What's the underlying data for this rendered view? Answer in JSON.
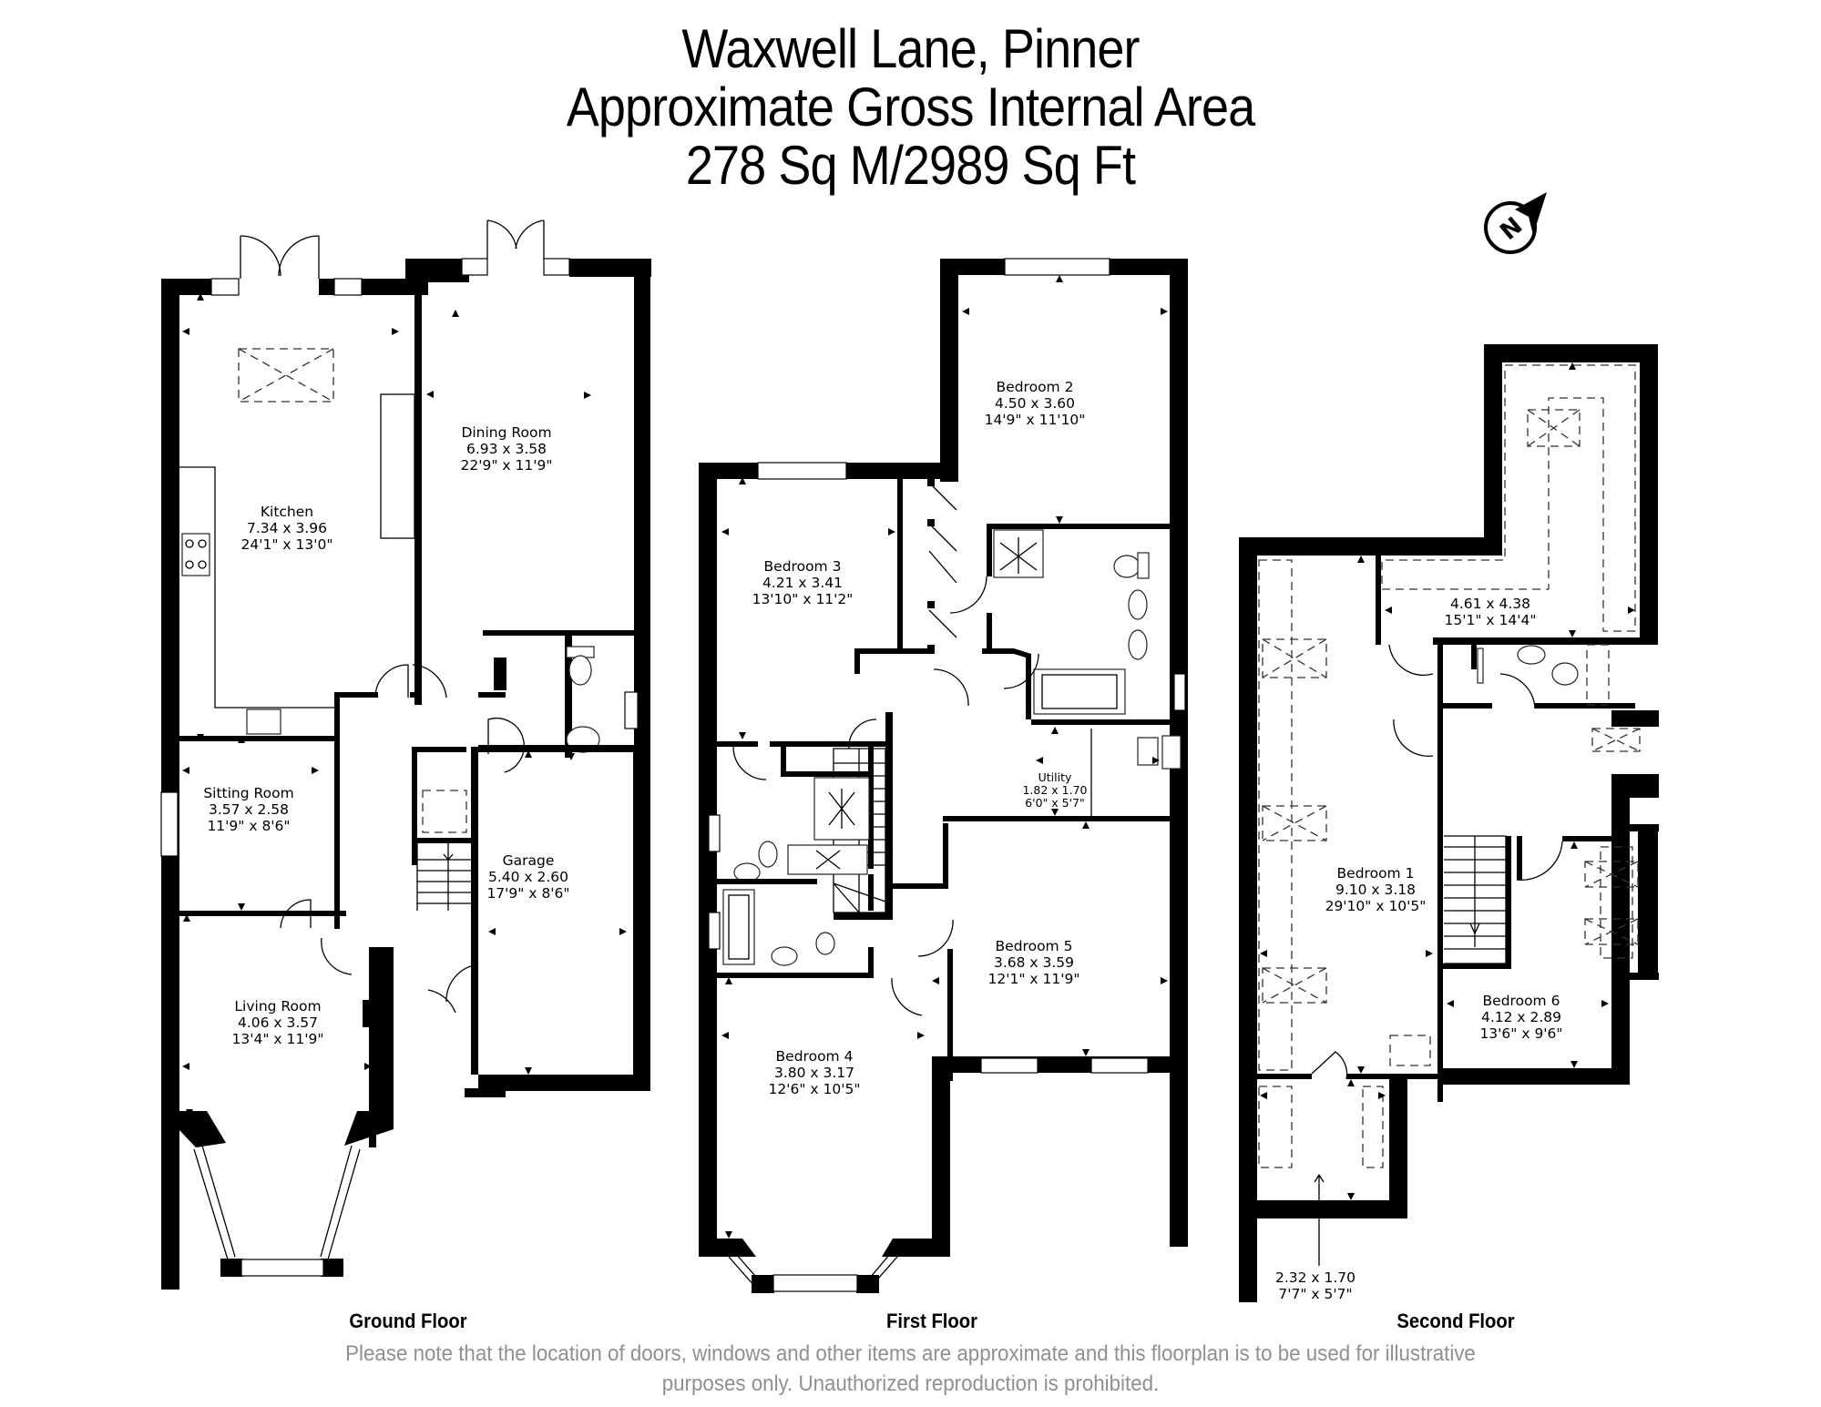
{
  "title": {
    "line1": "Waxwell Lane, Pinner",
    "line2": "Approximate Gross Internal Area",
    "line3": "278 Sq M/2989 Sq Ft"
  },
  "compass": {
    "icon": "north-arrow-icon",
    "letter": "N"
  },
  "floors": {
    "ground": {
      "label": "Ground Floor",
      "rooms": {
        "kitchen": {
          "name": "Kitchen",
          "metric": "7.34 x 3.96",
          "imperial": "24'1\" x 13'0\""
        },
        "dining": {
          "name": "Dining Room",
          "metric": "6.93 x 3.58",
          "imperial": "22'9\" x 11'9\""
        },
        "sitting": {
          "name": "Sitting Room",
          "metric": "3.57 x 2.58",
          "imperial": "11'9\" x 8'6\""
        },
        "garage": {
          "name": "Garage",
          "metric": "5.40 x 2.60",
          "imperial": "17'9\" x 8'6\""
        },
        "living": {
          "name": "Living Room",
          "metric": "4.06 x 3.57",
          "imperial": "13'4\" x 11'9\""
        }
      }
    },
    "first": {
      "label": "First Floor",
      "rooms": {
        "bedroom2": {
          "name": "Bedroom 2",
          "metric": "4.50 x 3.60",
          "imperial": "14'9\" x 11'10\""
        },
        "bedroom3": {
          "name": "Bedroom 3",
          "metric": "4.21 x 3.41",
          "imperial": "13'10\" x 11'2\""
        },
        "utility": {
          "name": "Utility",
          "metric": "1.82 x 1.70",
          "imperial": "6'0\" x 5'7\""
        },
        "bedroom5": {
          "name": "Bedroom 5",
          "metric": "3.68 x 3.59",
          "imperial": "12'1\" x 11'9\""
        },
        "bedroom4": {
          "name": "Bedroom 4",
          "metric": "3.80 x 3.17",
          "imperial": "12'6\" x 10'5\""
        }
      }
    },
    "second": {
      "label": "Second Floor",
      "rooms": {
        "loft": {
          "name": "",
          "metric": "4.61 x 4.38",
          "imperial": "15'1\" x 14'4\""
        },
        "bedroom1": {
          "name": "Bedroom 1",
          "metric": "9.10 x 3.18",
          "imperial": "29'10\" x 10'5\""
        },
        "bedroom6": {
          "name": "Bedroom 6",
          "metric": "4.12 x 2.89",
          "imperial": "13'6\" x 9'6\""
        },
        "store": {
          "name": "",
          "metric": "2.32 x 1.70",
          "imperial": "7'7\" x 5'7\""
        }
      }
    }
  },
  "disclaimer": {
    "line1": "Please note that the location of doors, windows and other items are approximate and this floorplan is to be used for illustrative",
    "line2": "purposes only. Unauthorized reproduction is prohibited."
  },
  "colors": {
    "wall": "#000000",
    "disclaimer": "#909090",
    "background": "#ffffff"
  }
}
